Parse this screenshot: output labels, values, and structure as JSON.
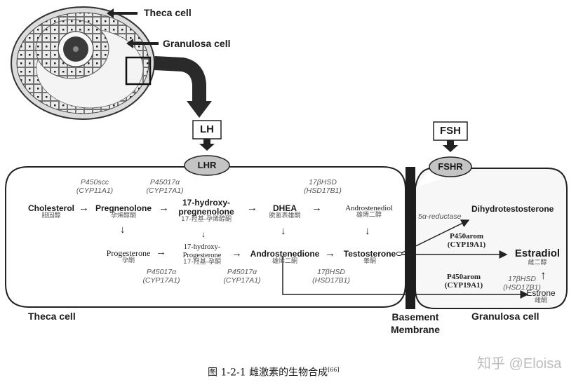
{
  "figure": {
    "caption": "图 1-2-1 雌激素的生物合成",
    "caption_ref": "[66]",
    "watermark": "知乎 @Eloisa"
  },
  "follicle": {
    "theca_label": "Theca cell",
    "granulosa_label": "Granulosa cell"
  },
  "hormones": {
    "lh": "LH",
    "lhr": "LHR",
    "fsh": "FSH",
    "fshr": "FSHR"
  },
  "theca": {
    "label": "Theca cell",
    "molecules": {
      "cholesterol": {
        "name": "Cholesterol",
        "zh": "胆固醇"
      },
      "pregnenolone": {
        "name": "Pregnenolone",
        "zh": "孕烯醇酮"
      },
      "hydroxy_pregnenolone": {
        "name1": "17-hydroxy-",
        "name2": "pregnenolone",
        "zh": "17-羟基-孕烯醇酮"
      },
      "dhea": {
        "name": "DHEA",
        "zh": "脱氢表雄酮"
      },
      "androstenediol": {
        "name": "Androstenediol",
        "zh": "雄烯二醇"
      },
      "progesterone": {
        "name": "Progesterone",
        "zh": "孕酮"
      },
      "hydroxy_progesterone": {
        "name1": "17-hydroxy-",
        "name2": "Progesterone",
        "zh": "17-羟基-孕酮"
      },
      "androstenedione": {
        "name": "Androstenedione",
        "zh": "雄烯二酮"
      },
      "testosterone": {
        "name": "Testosterone",
        "zh": "睾酮"
      }
    },
    "enzymes": {
      "scc": {
        "line1": "P450scc",
        "line2": "(CYP11A1)"
      },
      "c17_top": {
        "line1": "P45017α",
        "line2": "(CYP17A1)"
      },
      "hsd_top": {
        "line1": "17βHSD",
        "line2": "(HSD17B1)"
      },
      "c17_bot1": {
        "line1": "P45017α",
        "line2": "(CYP17A1)"
      },
      "c17_bot2": {
        "line1": "P45017α",
        "line2": "(CYP17A1)"
      },
      "hsd_bot": {
        "line1": "17βHSD",
        "line2": "(HSD17B1)"
      }
    }
  },
  "membrane": {
    "line1": "Basement",
    "line2": "Membrane"
  },
  "granulosa": {
    "label": "Granulosa cell",
    "molecules": {
      "dht": {
        "name": "Dihydrotestosterone"
      },
      "estradiol": {
        "name": "Estradiol",
        "zh": "雌二醇"
      },
      "estrone": {
        "name": "Estrone",
        "zh": "雌酮"
      }
    },
    "enzymes": {
      "reductase": {
        "line1": "5α-reductase"
      },
      "arom1": {
        "line1": "P450arom",
        "line2": "(CYP19A1)"
      },
      "arom2": {
        "line1": "P450arom",
        "line2": "(CYP19A1)"
      },
      "hsd": {
        "line1": "17βHSD",
        "line2": "(HSD17B1)"
      }
    }
  },
  "arrows": {
    "right": "→",
    "down": "↓",
    "up": "↑"
  }
}
